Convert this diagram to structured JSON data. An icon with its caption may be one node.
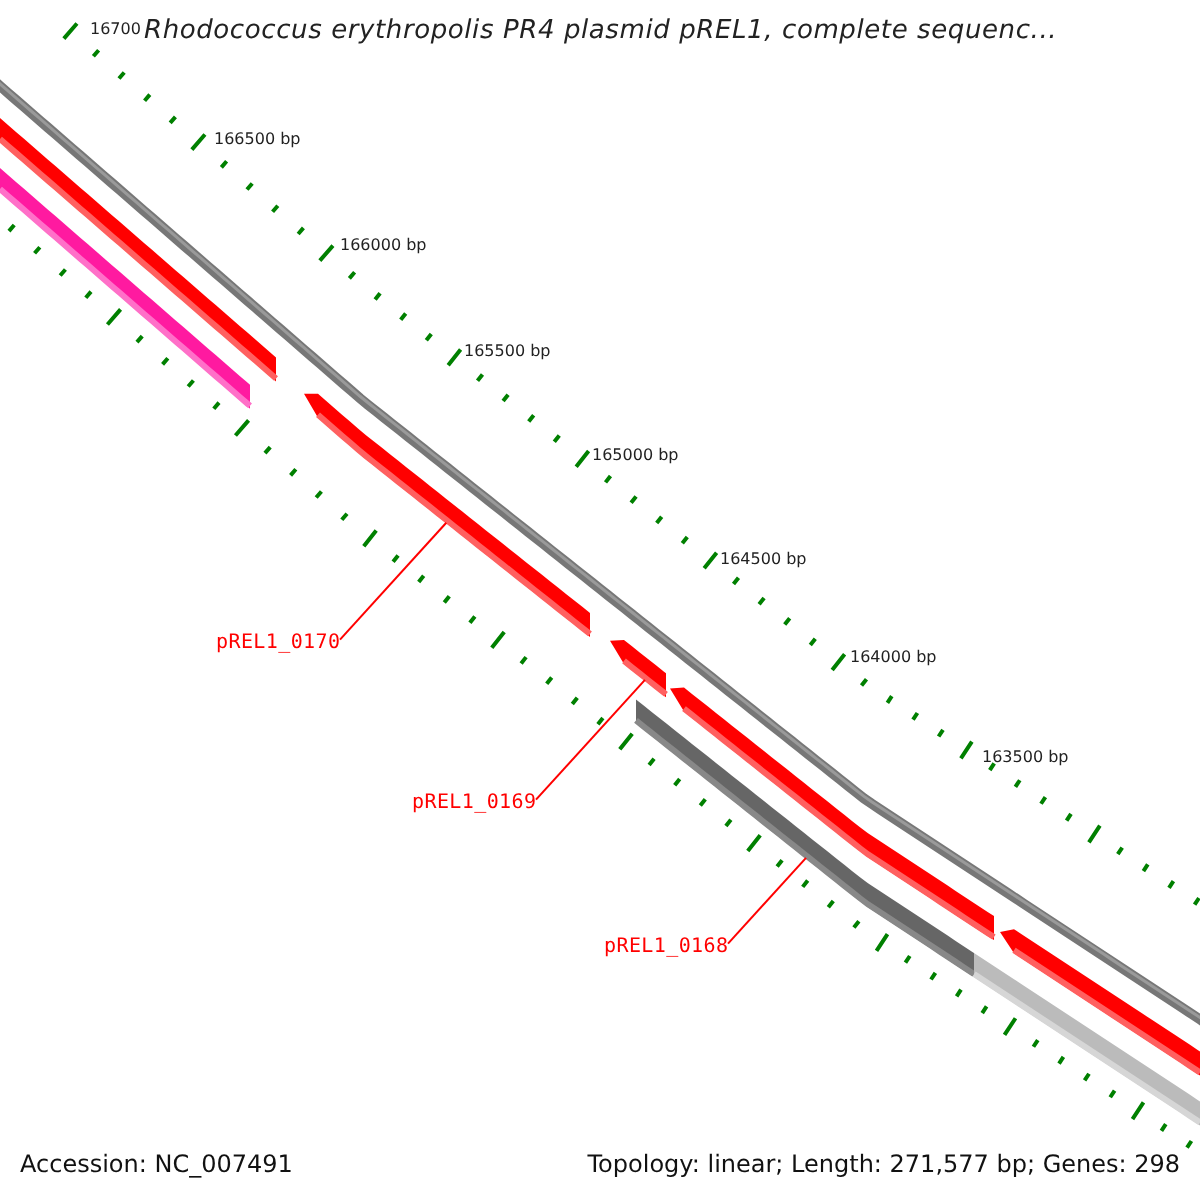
{
  "diagram": {
    "title": "Rhodococcus erythropolis PR4 plasmid pREL1, complete sequenc...",
    "nodes": [
      {
        "text": [
          "pREL1_0170"
        ]
      },
      {
        "text": [
          "pREL1_0169"
        ]
      },
      {
        "text": [
          "pREL1_0168"
        ]
      },
      {
        "text": [],
        "shape": "bar"
      },
      {
        "text": [],
        "shape": "bar"
      },
      {
        "text": [],
        "shape": "bar"
      },
      {
        "text": [],
        "shape": "bar"
      },
      {
        "text": [],
        "shape": "bar"
      },
      {
        "text": [],
        "shape": "bar"
      },
      {
        "text": [],
        "shape": "bar"
      },
      {
        "text": [],
        "shape": "bar"
      }
    ],
    "edges": [
      {
        "from": 0,
        "to": 5,
        "arrow": "none"
      },
      {
        "from": 1,
        "to": 6,
        "arrow": "none"
      },
      {
        "from": 2,
        "to": 8,
        "arrow": "none"
      }
    ],
    "labels": [
      "16700",
      "166500 bp",
      "166000 bp",
      "165500 bp",
      "165000 bp",
      "164500 bp",
      "164000 bp",
      "163500 bp",
      "Accession: NC_007491",
      "Topology: linear; Length: 271,577 bp; Genes: 298"
    ]
  }
}
